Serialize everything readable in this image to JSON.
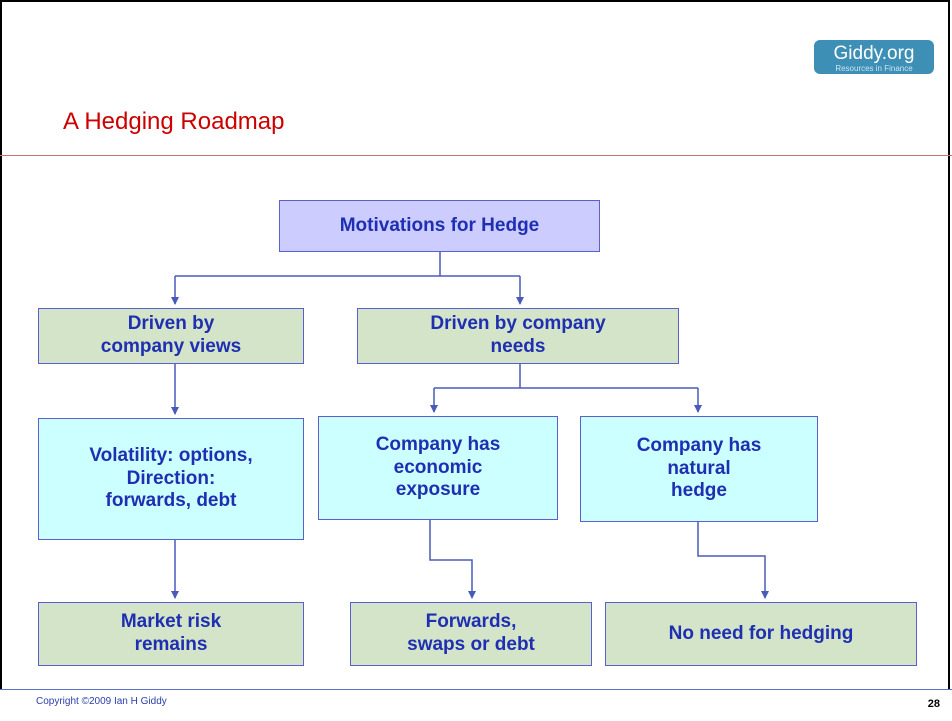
{
  "logo": {
    "main": "Giddy.org",
    "sub": "Resources in Finance"
  },
  "title": "A Hedging Roadmap",
  "nodes": {
    "motivations": "Motivations for Hedge",
    "views": "Driven by\ncompany views",
    "needs": "Driven by company\nneeds",
    "volatility": "Volatility: options,\nDirection:\nforwards, debt",
    "economic": "Company has\neconomic\nexposure",
    "natural": "Company has\nnatural\nhedge",
    "market_risk": "Market risk\nremains",
    "forwards": "Forwards,\nswaps or debt",
    "no_need": "No need for hedging"
  },
  "footer": {
    "copyright": "Copyright ©2009 Ian H Giddy",
    "page": "28"
  }
}
